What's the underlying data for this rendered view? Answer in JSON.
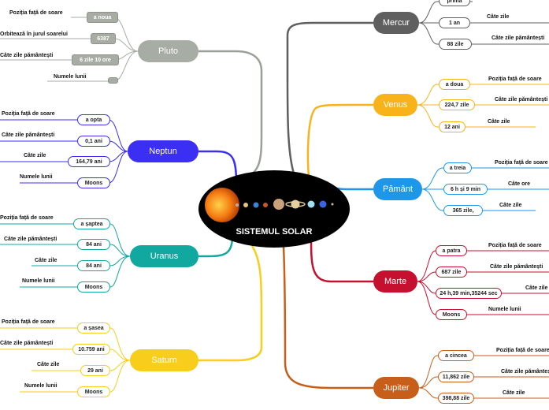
{
  "center": {
    "title": "SISTEMUL SOLAR"
  },
  "pluto": {
    "name": "Pluto",
    "l1": "Poziția față de soare",
    "v1": "a noua",
    "l2": "Orbitează în jurul soarelui",
    "v2": "6387",
    "l3": "Câte zile pământești",
    "v3": "6 zile 10 ore",
    "l4": "Numele lunii",
    "v4": ""
  },
  "neptun": {
    "name": "Neptun",
    "l1": "Poziția față de soare",
    "v1": "a opta",
    "l2": "Câte zile pământești",
    "v2": "0,1 ani",
    "l3": "Câte zile",
    "v3": "164,79 ani",
    "l4": "Numele lunii",
    "v4": "Moons"
  },
  "uranus": {
    "name": "Uranus",
    "l1": "Poziția față de soare",
    "v1": "a șaptea",
    "l2": "Câte zile pământești",
    "v2": "84 ani",
    "l3": "Câte zile",
    "v3": "84 ani",
    "l4": "Numele lunii",
    "v4": "Moons"
  },
  "saturn": {
    "name": "Saturn",
    "l1": "Poziția față de soare",
    "v1": "a șasea",
    "l2": "Câte zile pământești",
    "v2": "10.759 ani",
    "l3": "Câte zile",
    "v3": "29 ani",
    "l4": "Numele lunii",
    "v4": "Moons"
  },
  "mercur": {
    "name": "Mercur",
    "v1": "prima",
    "l2": "Câte zile",
    "v2": "1 an",
    "l3": "Câte zile pământești",
    "v3": "88 zile"
  },
  "venus": {
    "name": "Venus",
    "l1": "Poziția față de soare",
    "v1": "a doua",
    "l2": "Câte zile pământești",
    "v2": "224,7 zile",
    "l3": "Câte zile",
    "v3": "12 ani"
  },
  "pamant": {
    "name": "Pământ",
    "l1": "Poziția față de soare",
    "v1": "a treia",
    "l2": "Câte ore",
    "v2": "6 h și 9 min",
    "l3": "Câte zile",
    "v3": "365 zile,"
  },
  "marte": {
    "name": "Marte",
    "l1": "Poziția față de soare",
    "v1": "a patra",
    "l2": "Câte zile pământești",
    "v2": "687 zile",
    "l3": "Câte zile",
    "v3": "24 h,39 min,35244 sec",
    "l4": "Numele lunii",
    "v4": "Moons"
  },
  "jupiter": {
    "name": "Jupiter",
    "l1": "Poziția față de soare",
    "v1": "a cincea",
    "l2": "Câte zile pământești",
    "v2": "11,862 zile",
    "l3": "Câte zile",
    "v3": "398,88 zile"
  },
  "colors": {
    "pluto": "#a7ada4",
    "neptun": "#3a2ff2",
    "uranus": "#11a8a0",
    "saturn": "#f8cd1b",
    "mercur": "#5f5f5f",
    "venus": "#f9b31a",
    "pamant": "#1e97e8",
    "marte": "#c5102f",
    "jupiter": "#c75e1a"
  }
}
